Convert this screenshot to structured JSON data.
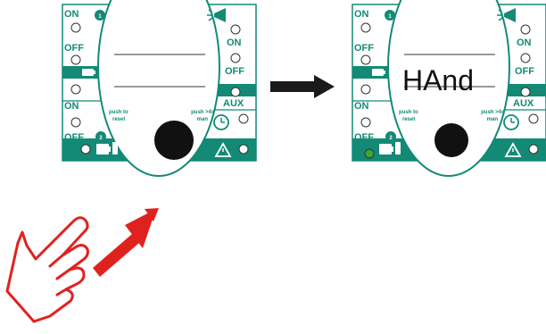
{
  "panel_before": {
    "on_top": "ON",
    "off_top": "OFF",
    "on_bottom": "ON",
    "off_bottom": "OFF",
    "on_right": "ON",
    "off_right": "OFF",
    "aux": "AUX",
    "badge_1": "1",
    "badge_2": "2",
    "push_reset": [
      "push to",
      "reset"
    ],
    "push_man": [
      "push >4s",
      "man"
    ],
    "display": ""
  },
  "panel_after": {
    "on_top": "ON",
    "off_top": "OFF",
    "on_bottom": "ON",
    "off_bottom": "OFF",
    "on_right": "ON",
    "off_right": "OFF",
    "aux": "AUX",
    "badge_1": "1",
    "badge_2": "2",
    "push_reset": [
      "push to",
      "reset"
    ],
    "push_man": [
      "push >4s",
      "man"
    ],
    "display": "HAnd"
  },
  "colors": {
    "teal": "#138a76",
    "arrow_red": "#e0221f",
    "arrow_black": "#1a1a1a",
    "led_green": "#3aa53a",
    "knob": "#111111"
  },
  "icons": [
    "lamp-icon",
    "battery-icon",
    "clock-icon",
    "warning-icon",
    "hand-pointer-icon"
  ]
}
